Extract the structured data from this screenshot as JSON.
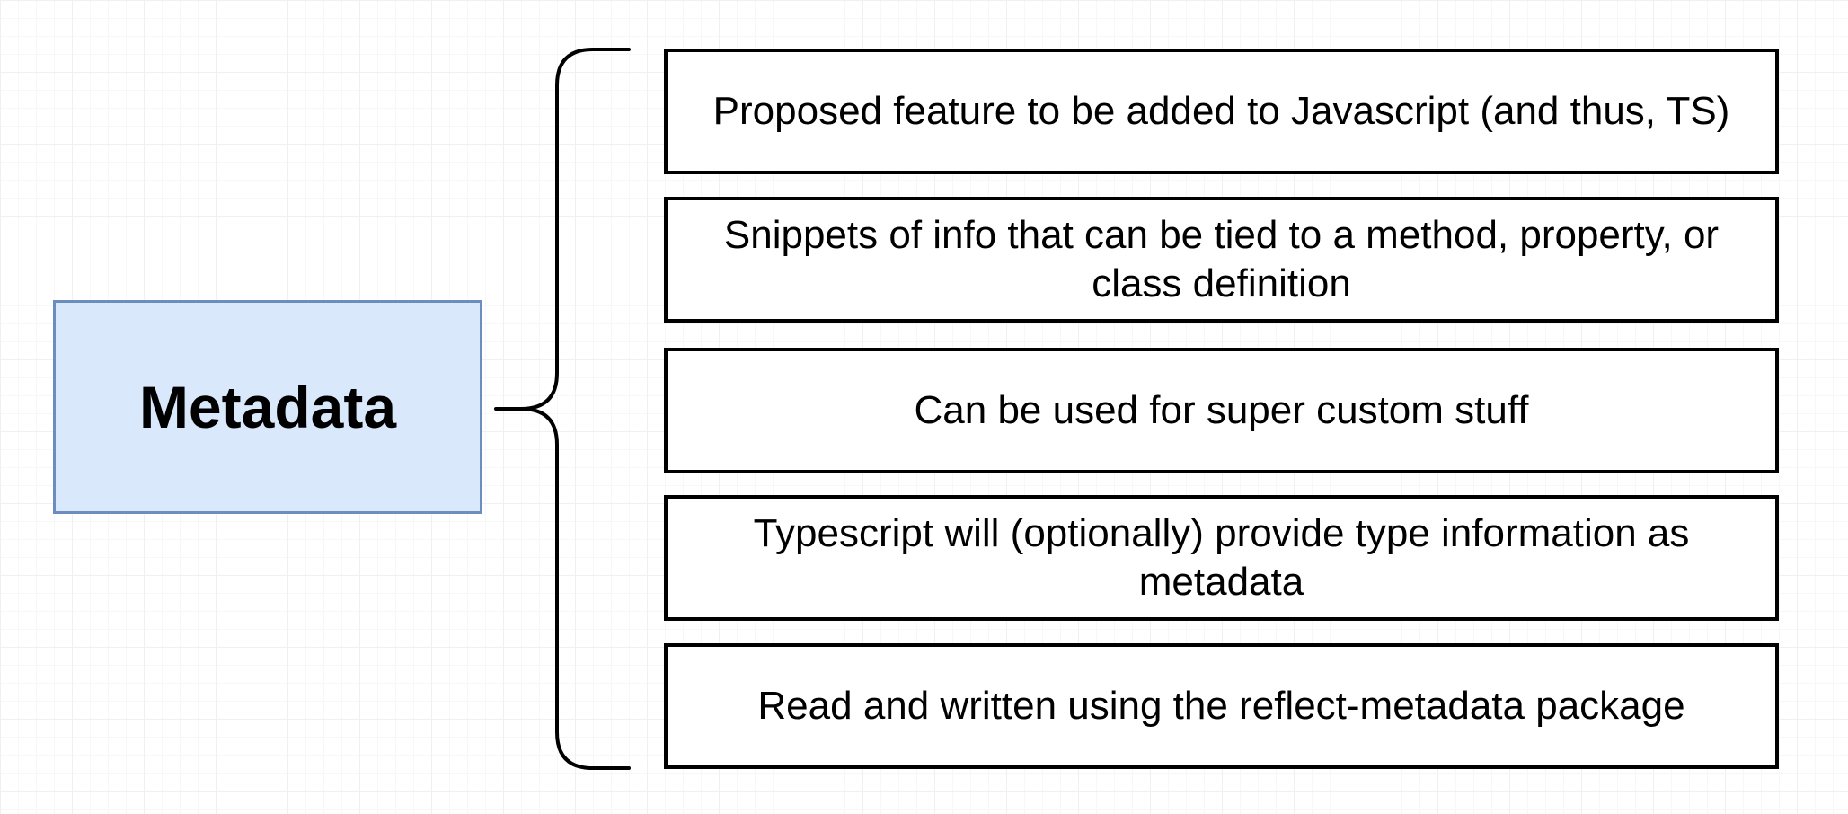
{
  "diagram": {
    "main_node": {
      "label": "Metadata",
      "fill_color": "#dae8fc",
      "border_color": "#6c8ebf"
    },
    "items": [
      {
        "text": "Proposed feature to be added to Javascript (and thus, TS)"
      },
      {
        "text": "Snippets of info that can be tied to a method, property, or class definition"
      },
      {
        "text": "Can be used for super custom stuff"
      },
      {
        "text": "Typescript will (optionally) provide type information as metadata"
      },
      {
        "text": "Read and written using the reflect-metadata package"
      }
    ]
  }
}
